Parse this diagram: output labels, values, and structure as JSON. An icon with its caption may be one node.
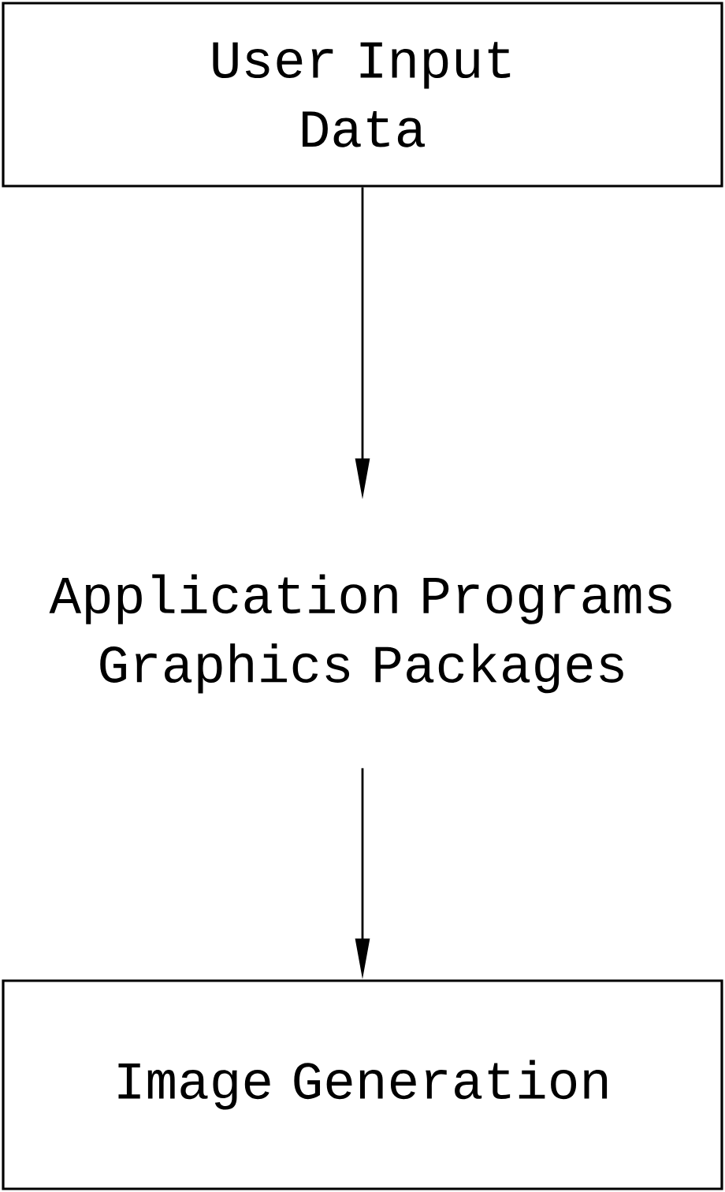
{
  "diagram": {
    "nodes": [
      {
        "text": [
          "User Input Data"
        ]
      },
      {
        "text": [
          "Application Programs Graphics Packages"
        ]
      },
      {
        "text": [
          "Image Generation"
        ]
      }
    ],
    "edges": [
      {
        "from": 0,
        "to": 1,
        "arrow": "to"
      },
      {
        "from": 1,
        "to": 2,
        "arrow": "to"
      }
    ]
  }
}
